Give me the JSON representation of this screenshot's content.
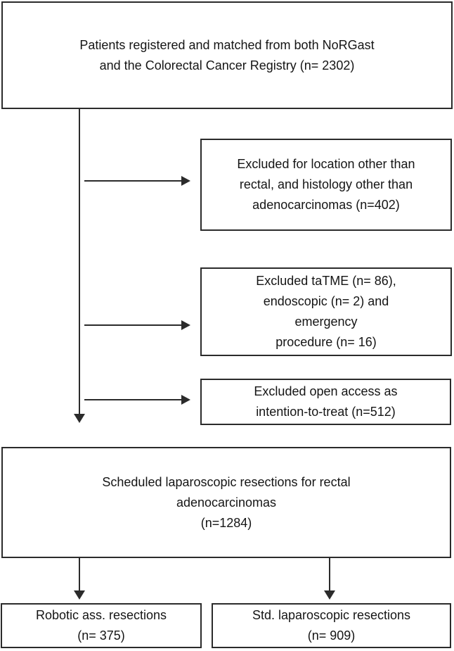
{
  "diagram": {
    "type": "flowchart",
    "background_color": "#ffffff",
    "line_color": "#2b2b2b",
    "text_color": "#151515",
    "nodes": {
      "registered": {
        "lines": [
          "Patients registered and matched from both NoRGast",
          "and the Colorectal Cancer Registry (n= 2302)"
        ]
      },
      "excluded_location": {
        "lines": [
          "Excluded for location other than",
          "rectal, and histology other than",
          "adenocarcinomas (n=402)"
        ]
      },
      "excluded_tatme": {
        "lines": [
          "Excluded taTME (n= 86),",
          "endoscopic (n= 2) and",
          "emergency",
          "procedure (n= 16)"
        ]
      },
      "excluded_open_access": {
        "lines": [
          "Excluded open access as",
          "intention-to-treat (n=512)"
        ]
      },
      "scheduled": {
        "lines": [
          "Scheduled laparoscopic resections for rectal",
          "adenocarcinomas",
          "(n=1284)"
        ]
      },
      "robotic": {
        "lines": [
          "Robotic ass. resections",
          "(n= 375)"
        ]
      },
      "std_laparoscopic": {
        "lines": [
          "Std. laparoscopic resections",
          "(n= 909)"
        ]
      }
    }
  }
}
